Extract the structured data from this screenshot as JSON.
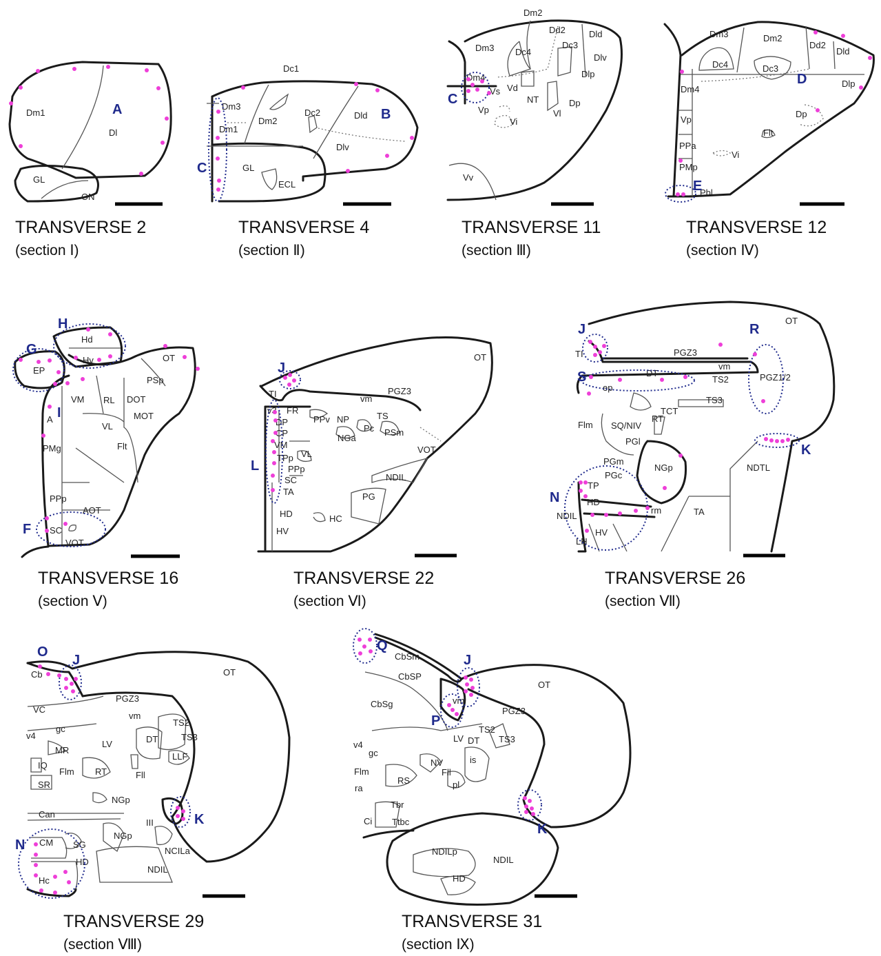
{
  "colors": {
    "outline": "#1a1a1a",
    "marker": "#1f2a8c",
    "dot": "#ee3fd8",
    "text": "#222222"
  },
  "panels": [
    {
      "title": "TRANSVERSE 2",
      "section": "(section Ⅰ)",
      "labels": [
        "Dm1",
        "Dl",
        "GL",
        "ON"
      ],
      "areas": [
        "A"
      ]
    },
    {
      "title": "TRANSVERSE 4",
      "section": "(section Ⅱ)",
      "labels": [
        "Dm3",
        "Dm1",
        "Dm2",
        "Dc1",
        "Dc2",
        "Dld",
        "Dlv",
        "GL",
        "ECL"
      ],
      "areas": [
        "B",
        "C"
      ]
    },
    {
      "title": "TRANSVERSE 11",
      "section": "(section Ⅲ)",
      "labels": [
        "Dm2",
        "Dd2",
        "Dld",
        "Dm3",
        "Dc4",
        "Dc3",
        "Dlv",
        "Dm4",
        "Vd",
        "Dlp",
        "NT",
        "Vs",
        "Vp",
        "Dp",
        "Vl",
        "Vi",
        "Vv"
      ],
      "areas": [
        "C"
      ]
    },
    {
      "title": "TRANSVERSE 12",
      "section": "(section Ⅳ)",
      "labels": [
        "Dm3",
        "Dm2",
        "Dd2",
        "Dld",
        "Dc4",
        "Dc3",
        "Dm4",
        "Dlp",
        "Dp",
        "Vp",
        "Flt",
        "PPa",
        "Vi",
        "PMp",
        "Pbl"
      ],
      "areas": [
        "D",
        "E"
      ]
    },
    {
      "title": "TRANSVERSE 16",
      "section": "(section Ⅴ)",
      "labels": [
        "Hd",
        "Hv",
        "EP",
        "OT",
        "PSp",
        "VM",
        "RL",
        "DOT",
        "MOT",
        "VL",
        "A",
        "PMg",
        "Flt",
        "PPp",
        "AOT",
        "SC",
        "VOT"
      ],
      "areas": [
        "G",
        "H",
        "I",
        "F"
      ]
    },
    {
      "title": "TRANSVERSE 22",
      "section": "(section Ⅵ)",
      "labels": [
        "OT",
        "TI",
        "vm",
        "PGZ3",
        "v3",
        "FR",
        "PPv",
        "NP",
        "TS",
        "DP",
        "CP",
        "NGa",
        "Pc",
        "PSm",
        "VM",
        "VL",
        "TPp",
        "PPp",
        "SC",
        "VOT",
        "NDIL",
        "TA",
        "PG",
        "HD",
        "HC",
        "HV"
      ],
      "areas": [
        "J",
        "L"
      ]
    },
    {
      "title": "TRANSVERSE 26",
      "section": "(section Ⅶ)",
      "labels": [
        "OT",
        "TI",
        "PGZ3",
        "vm",
        "DT",
        "TS2",
        "PGZ1/2",
        "ep",
        "TS3",
        "TCT",
        "Flm",
        "SQ/NIV",
        "RT",
        "PGl",
        "PGm",
        "NGp",
        "NDTL",
        "PGc",
        "TP",
        "HD",
        "rm",
        "NDIL",
        "TA",
        "HV",
        "LH"
      ],
      "areas": [
        "J",
        "R",
        "S",
        "K",
        "N"
      ]
    },
    {
      "title": "TRANSVERSE 29",
      "section": "(section Ⅷ)",
      "labels": [
        "Cb",
        "OT",
        "PGZ3",
        "VC",
        "vm",
        "v4",
        "gc",
        "TS2",
        "DT",
        "TS3",
        "MR",
        "LV",
        "IQ",
        "Flm",
        "RT",
        "Fll",
        "LLF",
        "SR",
        "NGp",
        "Can",
        "III",
        "CM",
        "SG",
        "NGp",
        "NCILa",
        "HD",
        "NDIL",
        "Hc"
      ],
      "areas": [
        "O",
        "J",
        "K",
        "N"
      ]
    },
    {
      "title": "TRANSVERSE 31",
      "section": "(section Ⅸ)",
      "labels": [
        "CbSm",
        "CbSP",
        "OT",
        "CbSg",
        "vm",
        "PGZ3",
        "TS2",
        "LV",
        "DT",
        "TS3",
        "v4",
        "gc",
        "NV",
        "is",
        "Flm",
        "Fll",
        "RS",
        "pl",
        "ra",
        "Tbr",
        "Ci",
        "Ttbc",
        "NDILp",
        "NDIL",
        "HD"
      ],
      "areas": [
        "Q",
        "J",
        "P",
        "K"
      ]
    }
  ]
}
